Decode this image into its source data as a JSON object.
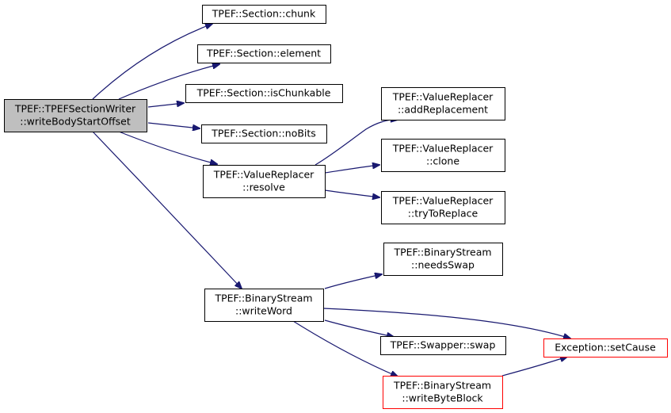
{
  "colors": {
    "edge": "#191970",
    "node_border": "#000000",
    "root_fill": "#bfbfbf",
    "truncated_border": "#ff0000",
    "node_fill": "#ffffff"
  },
  "nodes": {
    "root": {
      "lines": [
        "TPEF::TPEFSectionWriter",
        "::writeBodyStartOffset"
      ],
      "style": "root"
    },
    "chunk": {
      "lines": [
        "TPEF::Section::chunk"
      ],
      "style": "normal"
    },
    "element": {
      "lines": [
        "TPEF::Section::element"
      ],
      "style": "normal"
    },
    "isChunkable": {
      "lines": [
        "TPEF::Section::isChunkable"
      ],
      "style": "normal"
    },
    "noBits": {
      "lines": [
        "TPEF::Section::noBits"
      ],
      "style": "normal"
    },
    "resolve": {
      "lines": [
        "TPEF::ValueReplacer",
        "::resolve"
      ],
      "style": "normal"
    },
    "addReplacement": {
      "lines": [
        "TPEF::ValueReplacer",
        "::addReplacement"
      ],
      "style": "normal"
    },
    "clone": {
      "lines": [
        "TPEF::ValueReplacer",
        "::clone"
      ],
      "style": "normal"
    },
    "tryToReplace": {
      "lines": [
        "TPEF::ValueReplacer",
        "::tryToReplace"
      ],
      "style": "normal"
    },
    "needsSwap": {
      "lines": [
        "TPEF::BinaryStream",
        "::needsSwap"
      ],
      "style": "normal"
    },
    "writeWord": {
      "lines": [
        "TPEF::BinaryStream",
        "::writeWord"
      ],
      "style": "normal"
    },
    "swap": {
      "lines": [
        "TPEF::Swapper::swap"
      ],
      "style": "normal"
    },
    "setCause": {
      "lines": [
        "Exception::setCause"
      ],
      "style": "truncated"
    },
    "writeByteBlock": {
      "lines": [
        "TPEF::BinaryStream",
        "::writeByteBlock"
      ],
      "style": "truncated"
    }
  },
  "edges": [
    {
      "from": "root",
      "to": "chunk"
    },
    {
      "from": "root",
      "to": "element"
    },
    {
      "from": "root",
      "to": "isChunkable"
    },
    {
      "from": "root",
      "to": "noBits"
    },
    {
      "from": "root",
      "to": "resolve"
    },
    {
      "from": "root",
      "to": "writeWord"
    },
    {
      "from": "resolve",
      "to": "addReplacement"
    },
    {
      "from": "resolve",
      "to": "clone"
    },
    {
      "from": "resolve",
      "to": "tryToReplace"
    },
    {
      "from": "writeWord",
      "to": "needsSwap"
    },
    {
      "from": "writeWord",
      "to": "setCause"
    },
    {
      "from": "writeWord",
      "to": "swap"
    },
    {
      "from": "writeWord",
      "to": "writeByteBlock"
    },
    {
      "from": "writeByteBlock",
      "to": "setCause"
    }
  ]
}
